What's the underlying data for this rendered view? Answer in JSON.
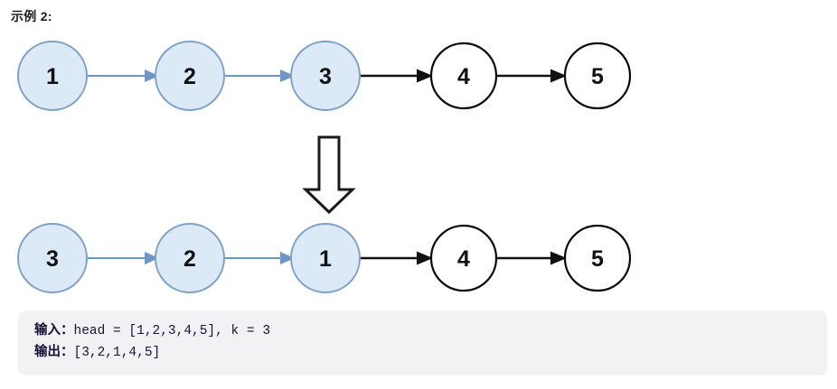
{
  "heading": "示例 2:",
  "diagram": {
    "type": "linked-list-transformation",
    "description": "Reverse first k nodes of a linked list",
    "transform_icon": "down-block-arrow-icon",
    "rows": [
      {
        "name": "before",
        "nodes": [
          {
            "value": "1",
            "style": "blue"
          },
          {
            "value": "2",
            "style": "blue"
          },
          {
            "value": "3",
            "style": "blue"
          },
          {
            "value": "4",
            "style": "white"
          },
          {
            "value": "5",
            "style": "white"
          }
        ],
        "edges": [
          {
            "from": "1",
            "to": "2",
            "style": "blue"
          },
          {
            "from": "2",
            "to": "3",
            "style": "blue"
          },
          {
            "from": "3",
            "to": "4",
            "style": "black"
          },
          {
            "from": "4",
            "to": "5",
            "style": "black"
          }
        ]
      },
      {
        "name": "after",
        "nodes": [
          {
            "value": "3",
            "style": "blue"
          },
          {
            "value": "2",
            "style": "blue"
          },
          {
            "value": "1",
            "style": "blue"
          },
          {
            "value": "4",
            "style": "white"
          },
          {
            "value": "5",
            "style": "white"
          }
        ],
        "edges": [
          {
            "from": "3",
            "to": "2",
            "style": "blue"
          },
          {
            "from": "2",
            "to": "1",
            "style": "blue"
          },
          {
            "from": "1",
            "to": "4",
            "style": "black"
          },
          {
            "from": "4",
            "to": "5",
            "style": "black"
          }
        ]
      }
    ]
  },
  "io_block": {
    "input_label": "输入：",
    "input_value": "head = [1,2,3,4,5], k = 3",
    "output_label": "输出：",
    "output_value": "[3,2,1,4,5]"
  },
  "colors": {
    "node_fill_blue": "#dce9f7",
    "node_stroke_blue": "#7fa3c8",
    "node_fill_white": "#ffffff",
    "node_stroke_black": "#0a0a0a",
    "edge_blue": "#6d96c4",
    "edge_black": "#111111",
    "code_block_bg": "#f2f2f4",
    "code_text": "#14143c"
  }
}
